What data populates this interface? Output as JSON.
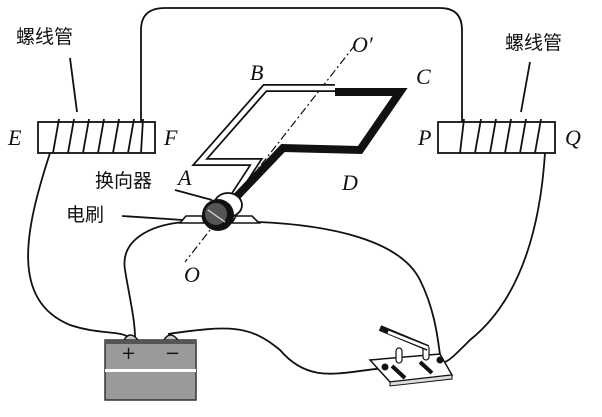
{
  "labels": {
    "solenoid_left": "螺线管",
    "solenoid_right": "螺线管",
    "E": "E",
    "F": "F",
    "P": "P",
    "Q": "Q",
    "A": "A",
    "B": "B",
    "C": "C",
    "D": "D",
    "O": "O",
    "O_prime": "O′",
    "commutator": "换向器",
    "brush": "电刷",
    "battery_plus": "+",
    "battery_minus": "−"
  },
  "colors": {
    "ink": "#111111",
    "battery": "#9a9a9a"
  }
}
